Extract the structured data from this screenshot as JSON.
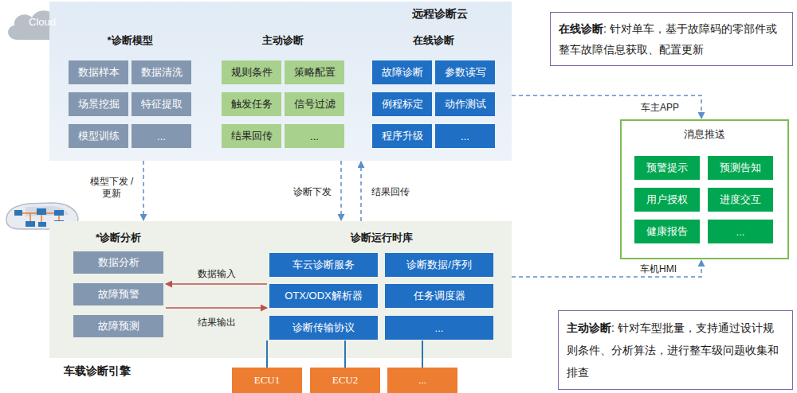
{
  "diagram": {
    "title": "远程诊断云",
    "nodes": [
      {
        "text": [
          "远程诊断云"
        ]
      },
      {
        "text": [
          "*诊断模型"
        ],
        "in": 0
      },
      {
        "text": [
          "数据样本"
        ],
        "in": 1
      },
      {
        "text": [
          "数据清洗"
        ],
        "in": 1
      },
      {
        "text": [
          "场景挖掘"
        ],
        "in": 1
      },
      {
        "text": [
          "特征提取"
        ],
        "in": 1
      },
      {
        "text": [
          "模型训练"
        ],
        "in": 1
      },
      {
        "text": [
          "..."
        ],
        "in": 1
      },
      {
        "text": [
          "主动诊断"
        ],
        "in": 0
      },
      {
        "text": [
          "规则条件"
        ],
        "in": 8
      },
      {
        "text": [
          "策略配置"
        ],
        "in": 8
      },
      {
        "text": [
          "触发任务"
        ],
        "in": 8
      },
      {
        "text": [
          "信号过滤"
        ],
        "in": 8
      },
      {
        "text": [
          "结果回传"
        ],
        "in": 8
      },
      {
        "text": [
          "..."
        ],
        "in": 8
      },
      {
        "text": [
          "在线诊断"
        ],
        "in": 0
      },
      {
        "text": [
          "故障诊断"
        ],
        "in": 15
      },
      {
        "text": [
          "参数读写"
        ],
        "in": 15
      },
      {
        "text": [
          "例程标定"
        ],
        "in": 15
      },
      {
        "text": [
          "动作测试"
        ],
        "in": 15
      },
      {
        "text": [
          "程序升级"
        ],
        "in": 15
      },
      {
        "text": [
          "..."
        ],
        "in": 15
      },
      {
        "text": [
          "车载诊断引擎"
        ]
      },
      {
        "text": [
          "*诊断分析"
        ],
        "in": 22
      },
      {
        "text": [
          "数据分析"
        ],
        "in": 23
      },
      {
        "text": [
          "故障预警"
        ],
        "in": 23
      },
      {
        "text": [
          "故障预测"
        ],
        "in": 23
      },
      {
        "text": [
          "诊断运行时库"
        ],
        "in": 22
      },
      {
        "text": [
          "车云诊断服务"
        ],
        "in": 27
      },
      {
        "text": [
          "诊断数据/序列"
        ],
        "in": 27
      },
      {
        "text": [
          "OTX/ODX解析器"
        ],
        "in": 27
      },
      {
        "text": [
          "任务调度器"
        ],
        "in": 27
      },
      {
        "text": [
          "诊断传输协议"
        ],
        "in": 27
      },
      {
        "text": [
          "..."
        ],
        "in": 27
      },
      {
        "text": [
          "消息推送"
        ]
      },
      {
        "text": [
          "预警提示"
        ],
        "in": 34
      },
      {
        "text": [
          "预测告知"
        ],
        "in": 34
      },
      {
        "text": [
          "用户授权"
        ],
        "in": 34
      },
      {
        "text": [
          "进度交互"
        ],
        "in": 34
      },
      {
        "text": [
          "健康报告"
        ],
        "in": 34
      },
      {
        "text": [
          "..."
        ],
        "in": 34
      },
      {
        "text": [
          "ECU1"
        ]
      },
      {
        "text": [
          "ECU2"
        ]
      },
      {
        "text": [
          "..."
        ]
      },
      {
        "text": [
          "在线诊断",
          ": 针对单车，基于故障码的零部件或整车故障信息获取、配置更新"
        ]
      },
      {
        "text": [
          "主动诊断",
          ": 针对车型批量，支持通过设计规则条件、分析算法，进行整车级问题收集和排查"
        ]
      }
    ],
    "edges": [
      {
        "from": 0,
        "to": 22,
        "arrow": "to",
        "label": "模型下发 /更新"
      },
      {
        "from": 0,
        "to": 22,
        "arrow": "to",
        "label": "诊断下发"
      },
      {
        "from": 22,
        "to": 0,
        "arrow": "to",
        "label": "结果回传"
      },
      {
        "from": 27,
        "to": 23,
        "arrow": "to",
        "label": "数据输入"
      },
      {
        "from": 23,
        "to": 27,
        "arrow": "to",
        "label": "结果输出"
      },
      {
        "from": 0,
        "to": 34,
        "arrow": "to",
        "label": "车主APP"
      },
      {
        "from": 22,
        "to": 34,
        "arrow": "to",
        "label": "车机HMI"
      },
      {
        "from": 27,
        "to": 41,
        "arrow": "none"
      },
      {
        "from": 27,
        "to": 42,
        "arrow": "none"
      },
      {
        "from": 27,
        "to": 43,
        "arrow": "none"
      }
    ],
    "labels": [
      "Cloud"
    ]
  }
}
